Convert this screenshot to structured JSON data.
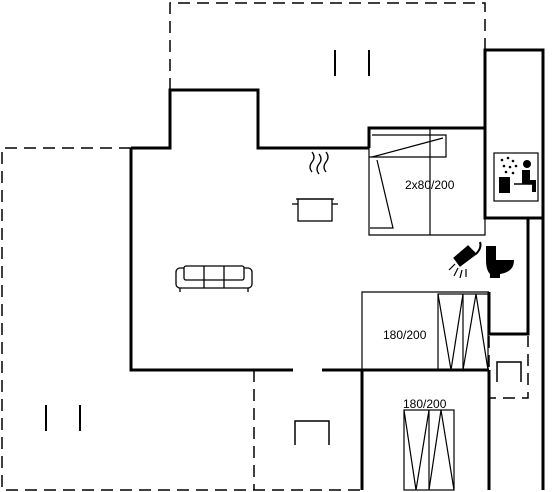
{
  "labels": {
    "bedroom_top": "2x80/200",
    "bedroom_middle": "180/200",
    "bedroom_bottom": "180/200"
  },
  "icons": [
    "cooking-pot-icon",
    "sofa-icon",
    "sauna-icon",
    "shower-icon",
    "toilet-icon"
  ],
  "colors": {
    "wall": "#000000",
    "background": "#ffffff"
  }
}
